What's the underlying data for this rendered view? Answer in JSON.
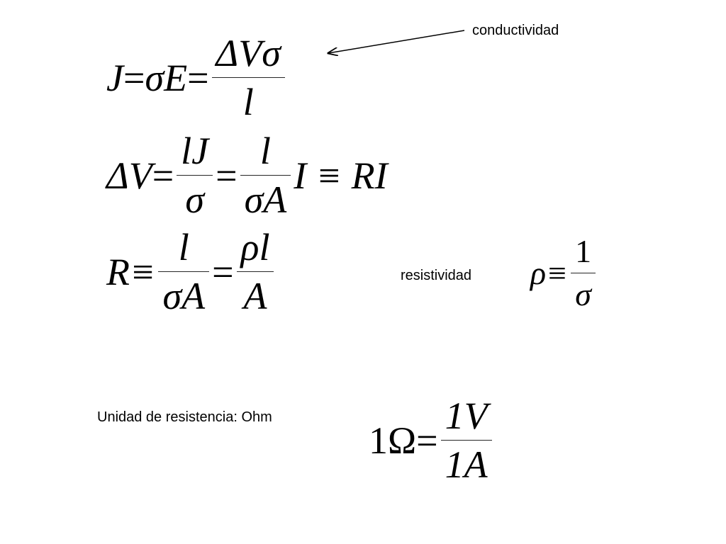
{
  "labels": {
    "conductividad": "conductividad",
    "resistividad": "resistividad",
    "unidad": "Unidad de resistencia:  Ohm"
  },
  "eq1": {
    "lhs": "J",
    "eq_a": "=",
    "sigma": "σ",
    "E": "E",
    "eq_b": "=",
    "frac_num": "ΔVσ",
    "frac_den": "l"
  },
  "eq2": {
    "lhs": "ΔV",
    "eq_a": "=",
    "f1_num": "lJ",
    "f1_den": "σ",
    "eq_b": "=",
    "f2_num": "l",
    "f2_den": "σA",
    "rhs": "I ≡ RI"
  },
  "eq3": {
    "lhs": "R≡",
    "f1_num": "l",
    "f1_den": "σA",
    "eq": "=",
    "f2_num": "ρl",
    "f2_den": "A"
  },
  "eq4": {
    "lhs": "ρ≡",
    "num": "1",
    "den": "σ"
  },
  "eq5": {
    "lhs": "1Ω=",
    "num": "1V",
    "den": "1A"
  }
}
